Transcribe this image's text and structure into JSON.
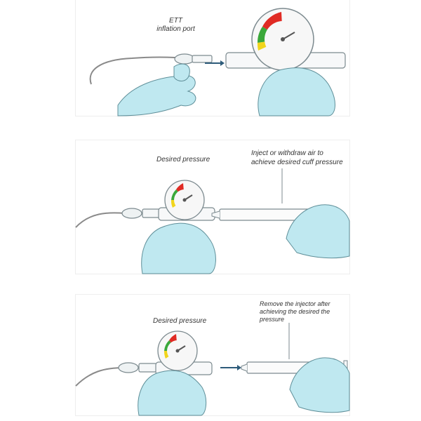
{
  "panels": [
    {
      "label": "ETT inflation port",
      "label_lines": [
        "ETT",
        "inflation port"
      ]
    },
    {
      "gauge_label": "Desired pressure",
      "syringe_label_lines": [
        "Inject or withdraw air to",
        "achieve desired cuff pressure"
      ]
    },
    {
      "gauge_label": "Desired pressure",
      "syringe_label_lines": [
        "Remove the injector after",
        "achieving the desired the",
        "pressure"
      ]
    }
  ],
  "colors": {
    "glove": "#bfe8f0",
    "glove_outline": "#5f8f99",
    "gauge_red": "#e02b24",
    "gauge_green": "#3aa83a",
    "gauge_yellow": "#f1d51c",
    "tube": "#8a8a8a"
  }
}
